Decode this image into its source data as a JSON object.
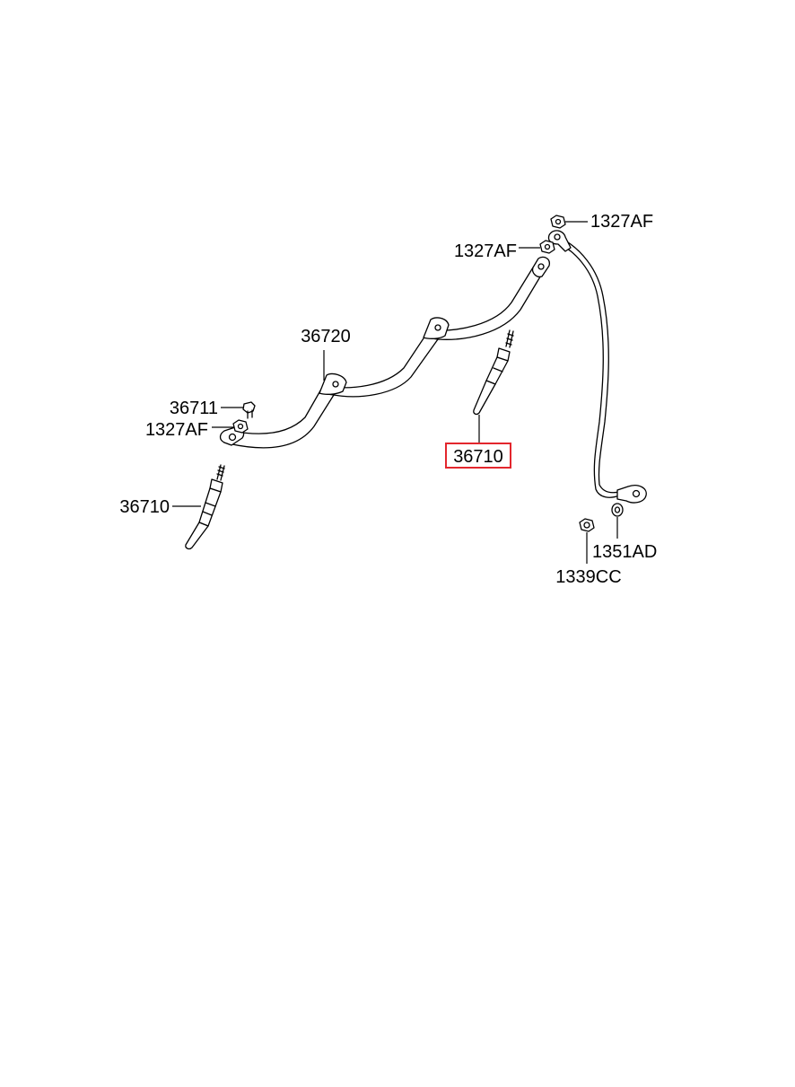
{
  "diagram": {
    "labels": {
      "nut_top_right": "1327AF",
      "nut_bracket_end": "1327AF",
      "bracket": "36720",
      "bolt": "36711",
      "nut_left": "1327AF",
      "glow_plug_left": "36710",
      "glow_plug_center": "36710",
      "washer": "1351AD",
      "nut_bottom": "1339CC"
    },
    "highlight_color": "#e3262d"
  }
}
